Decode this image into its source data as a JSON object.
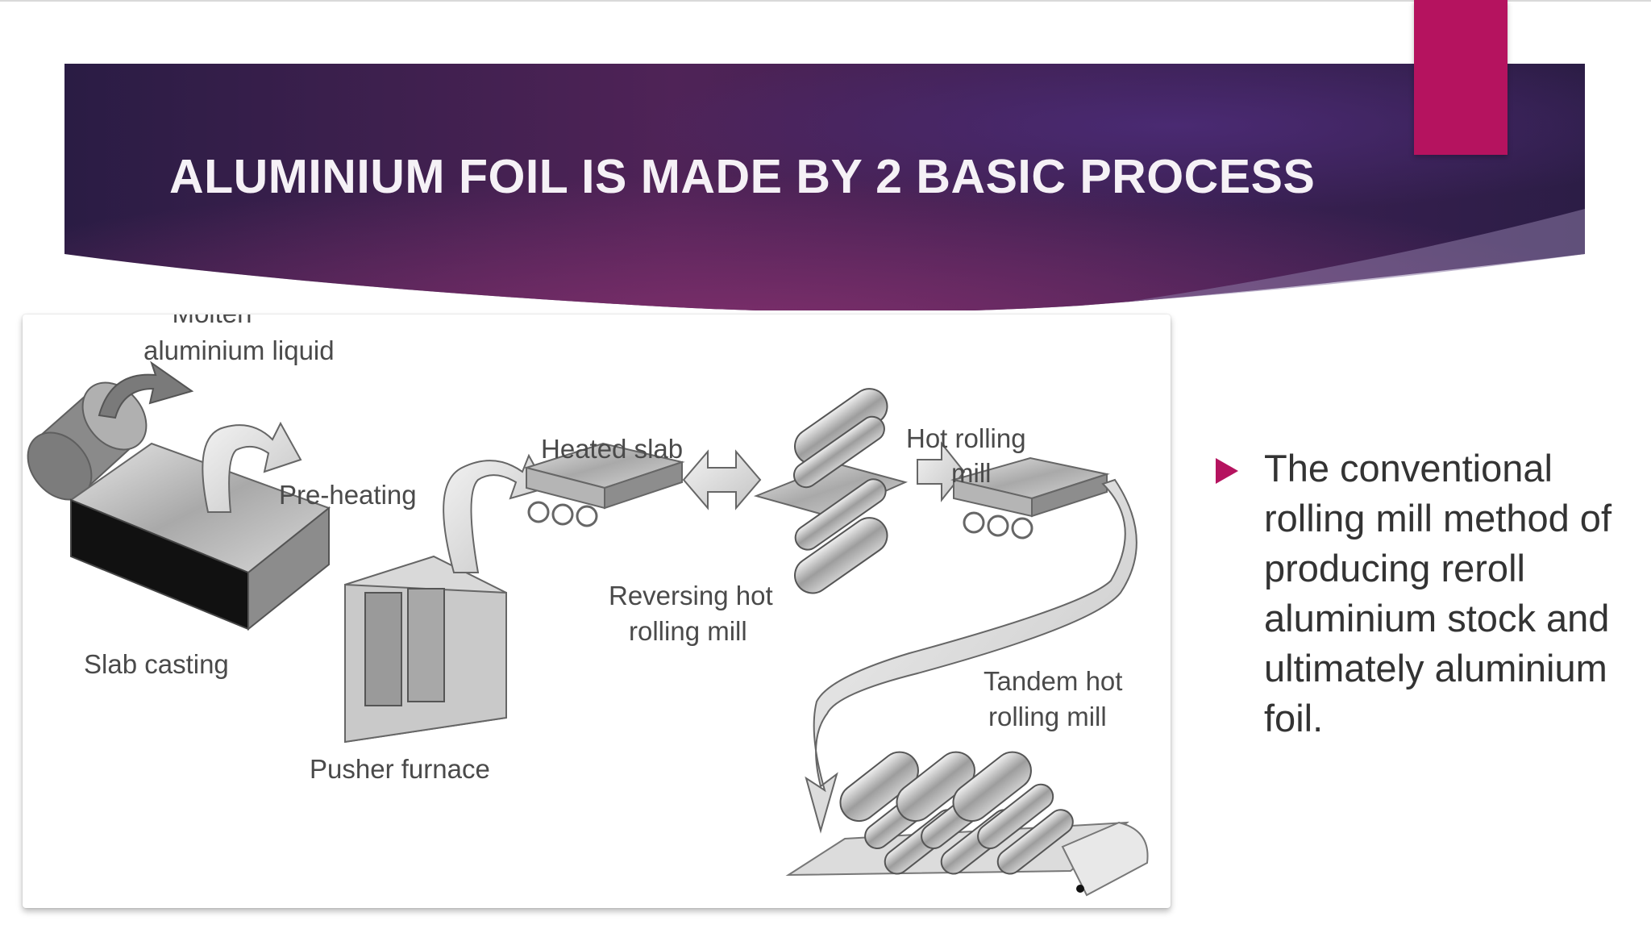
{
  "slide": {
    "title": "ALUMINIUM FOIL IS MADE BY 2 BASIC PROCESS",
    "bullet_text": "The conventional rolling mill method of producing reroll aluminium stock and ultimately aluminium foil."
  },
  "diagram": {
    "labels": {
      "molten": "Molten",
      "aluminium_liquid": "aluminium liquid",
      "pre_heating": "Pre-heating",
      "heated_slab": "Heated slab",
      "hot_rolling_1": "Hot rolling",
      "hot_rolling_2": "mill",
      "slab_casting": "Slab casting",
      "reversing_1": "Reversing hot",
      "reversing_2": "rolling mill",
      "tandem_1": "Tandem hot",
      "tandem_2": "rolling mill",
      "pusher_furnace": "Pusher furnace"
    }
  },
  "colors": {
    "accent": "#b5135f",
    "banner_dark": "#2f1f4e",
    "banner_mid": "#6a2a63",
    "title_text": "#f5f1f6",
    "body_text": "#333333"
  },
  "icons": {
    "bullet": "right-triangle-bullet"
  }
}
